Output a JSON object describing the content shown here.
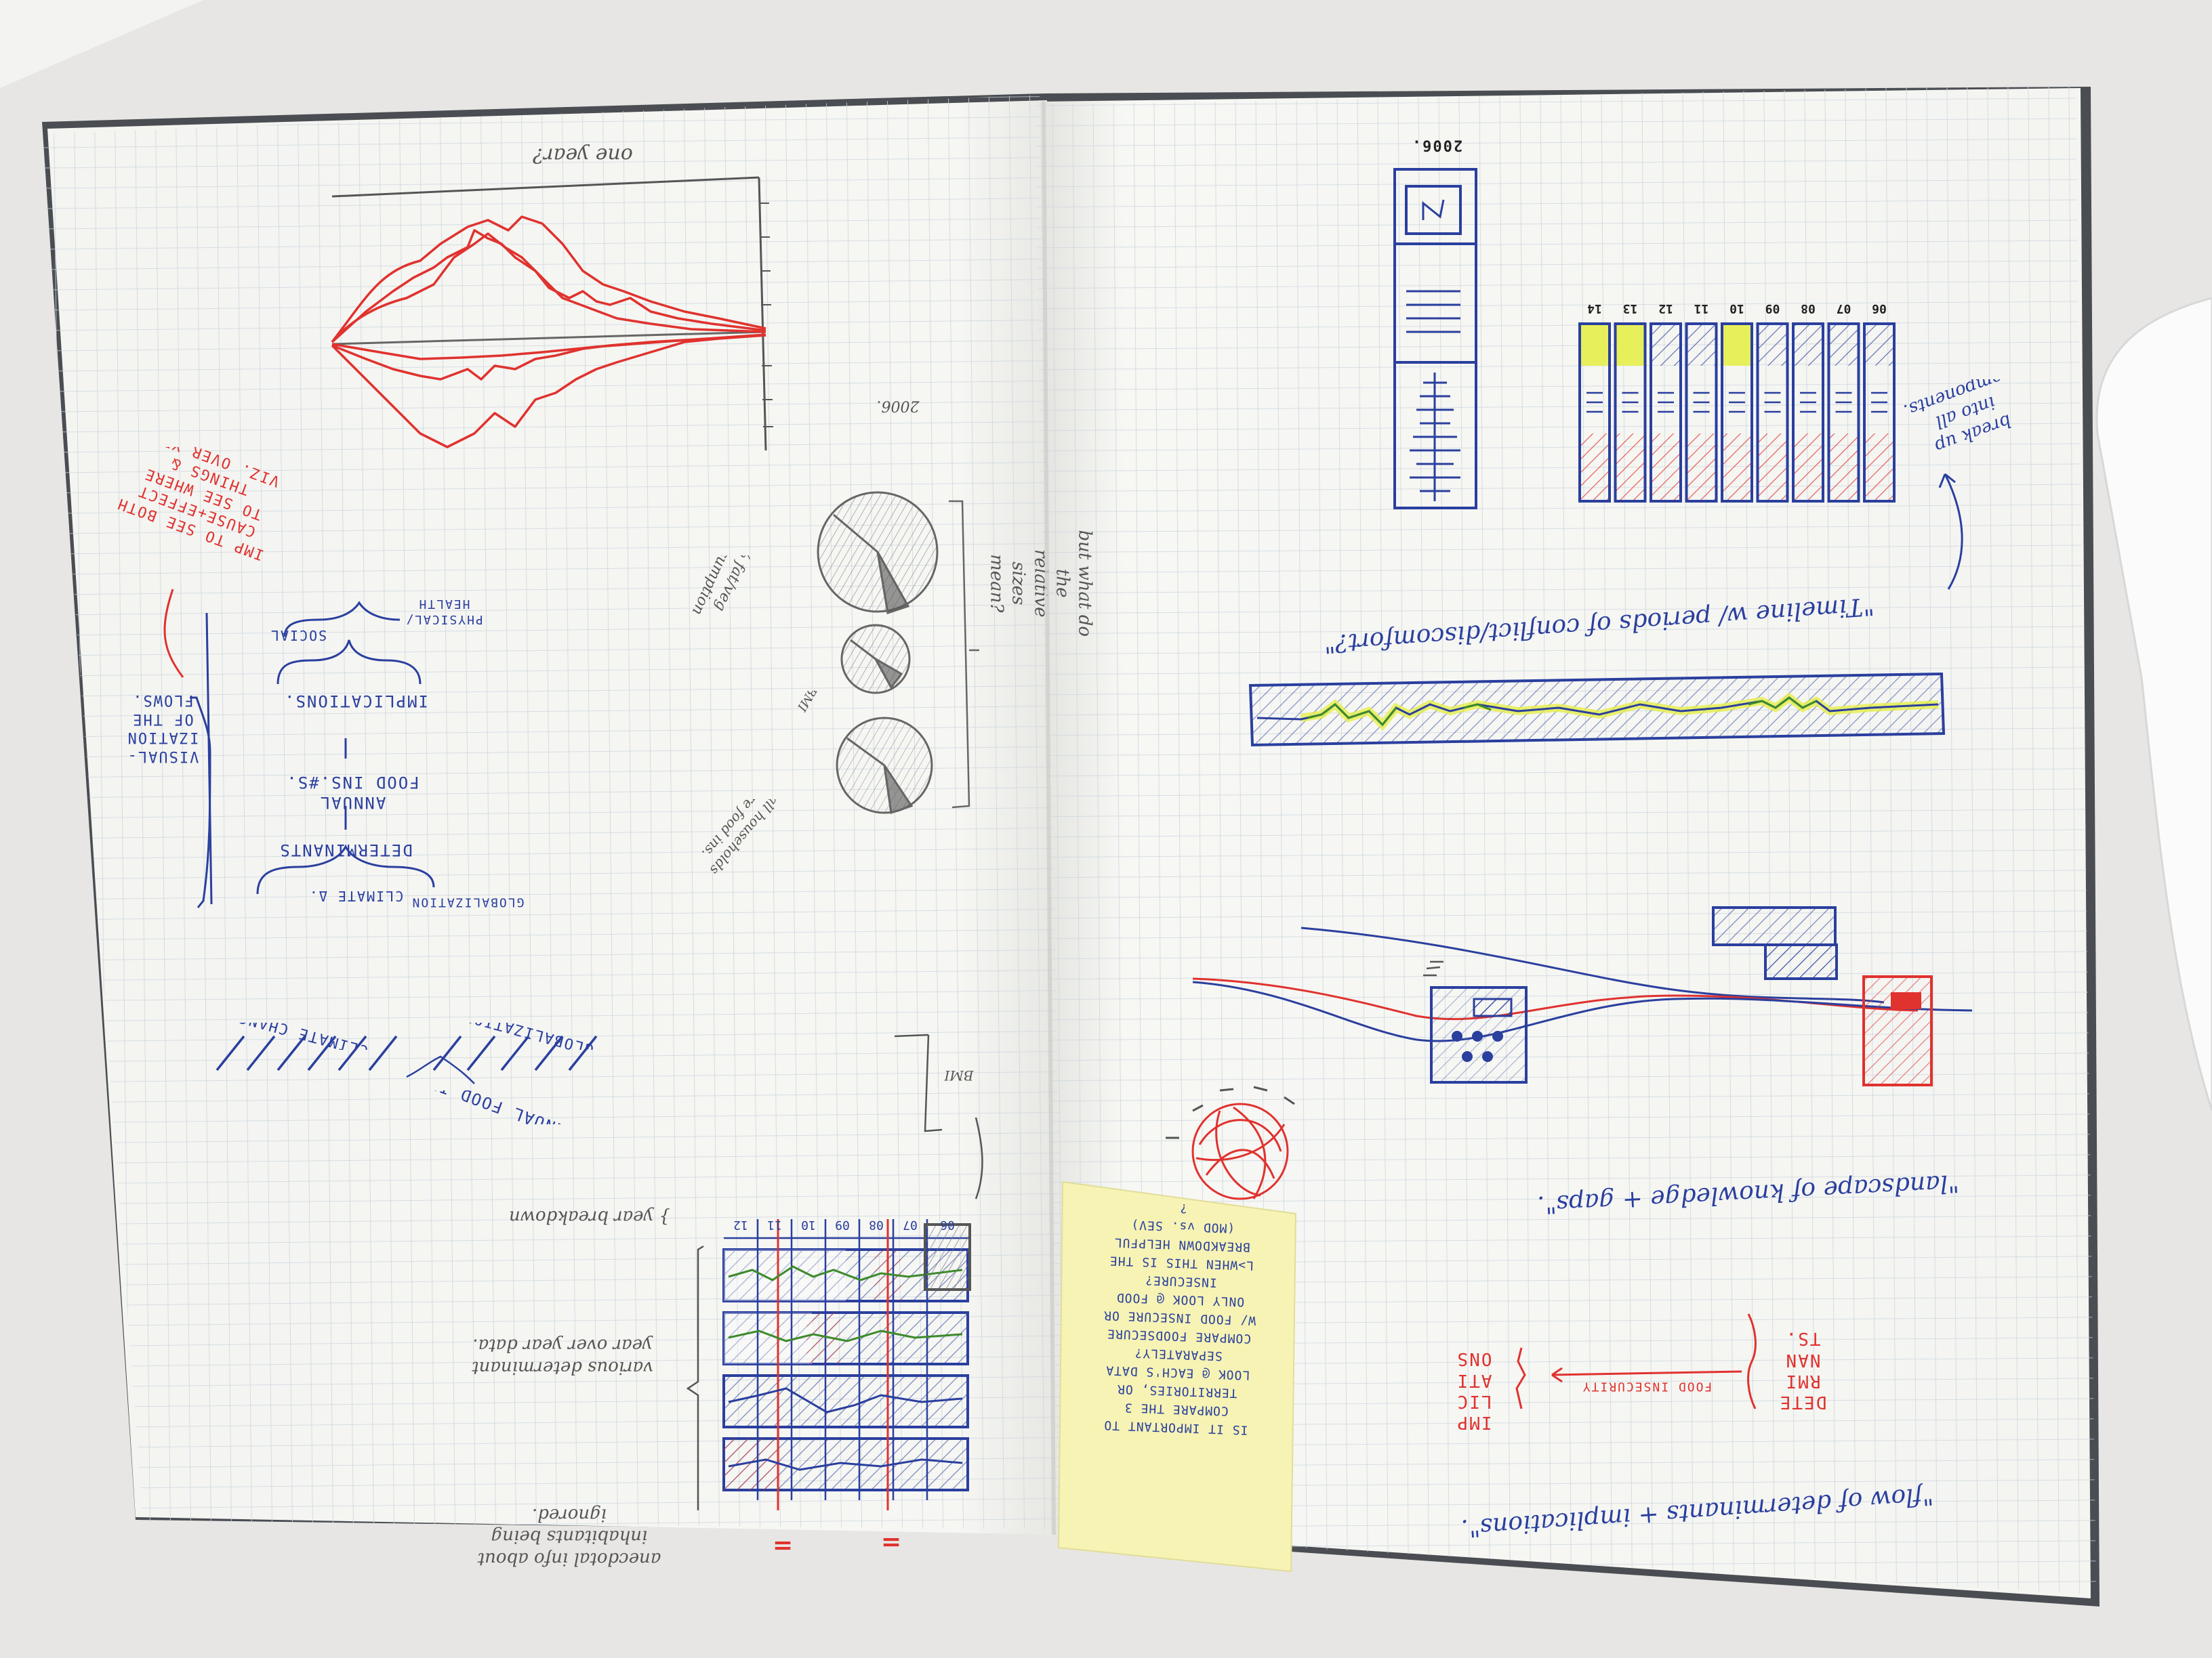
{
  "colors": {
    "blue_ink": "#2a3f9e",
    "red_ink": "#e0322e",
    "pencil": "#6c6c6c",
    "green_ink": "#3c8a2a",
    "highlight_yellow": "#e6ef4a",
    "sticky_note": "#f6f3b4",
    "grid_line": "#c9d6df",
    "paper": "#f7f7f4"
  },
  "left_page": {
    "top_axis_label": "one year?",
    "axis_year_label": "2006.",
    "stream_note": "IMP TO SEE BOTH\nCAUSE+EFFECT\nTO SEE WHERE\nTHINGS &\nVIZ. OVER YR.",
    "flow_visualization_label": "VISUAL-\nIZATION\nOF THE\nFLOWS.",
    "flow_globalization": "GLOBALIZATION",
    "flow_climate": "CLIMATE Δ.",
    "flow_determinants": "DETERMINANTS",
    "flow_annual_food": "ANNUAL\nFOOD INS.#S.",
    "flow_implications": "IMPLICATIONS.",
    "flow_physical_health": "PHYSICAL/\nHEALTH",
    "flow_social": "SOCIAL",
    "pie_question": "but what do the\nrelative sizes\nmean?",
    "pie_label_1": "% fat/veg\nconsumption",
    "pie_label_bmi": "BMI",
    "pie_label_3": "% of all households\nthat are food ins.",
    "slant_globalization": "GLOBALIZATION",
    "slant_climate_change": "CLIMATE CHANGE",
    "slant_annual_food": "ANNUAL FOOD INS. #",
    "bmi_bracket_label": "BMI",
    "year_breakdown": "} year breakdown",
    "various_determinant": "various determinant\nyear over year data.",
    "anecdotal_info": "anecdotal info about\ninhabitants being\nignored.",
    "year_ticks": [
      "06",
      "07",
      "08",
      "09",
      "10",
      "11",
      "12"
    ],
    "bottom_marks": [
      "=",
      "="
    ]
  },
  "sticky_note": {
    "text": "IS IT IMPORTANT TO\nCOMPARE THE 3\nTERRITORIES, OR\nLOOK @ EACH'S DATA\nSEPARATELY?\nCOMPARE FOODSECURE\nW/ FOOD INSECURE OR\nONLY LOOK @ FOOD\nINSECURE?\nL>WHEN THIS IS THE\nBREAKDOWN HELPFUL\n(MOD vs. SEV)\n?"
  },
  "right_page": {
    "top_year": "2006.",
    "bar_years": [
      "06",
      "07",
      "08",
      "09",
      "10",
      "11",
      "12",
      "13",
      "14"
    ],
    "breakup_note": "break up\ninto all\ncomponents.",
    "timeline_quote": "\"Timeline w/ periods of conflict/discomfort?\"",
    "landscape_quote": "\"landscape of knowledge + gaps\".",
    "flow_quote": "\"flow of determinants + implications\".",
    "red_determinants": "DETE\nRMI\nNAN\nTS.",
    "red_implications": "IMP\nLIC\nATI\nONS",
    "red_food_insecurity": "FOOD INSECURITY"
  }
}
